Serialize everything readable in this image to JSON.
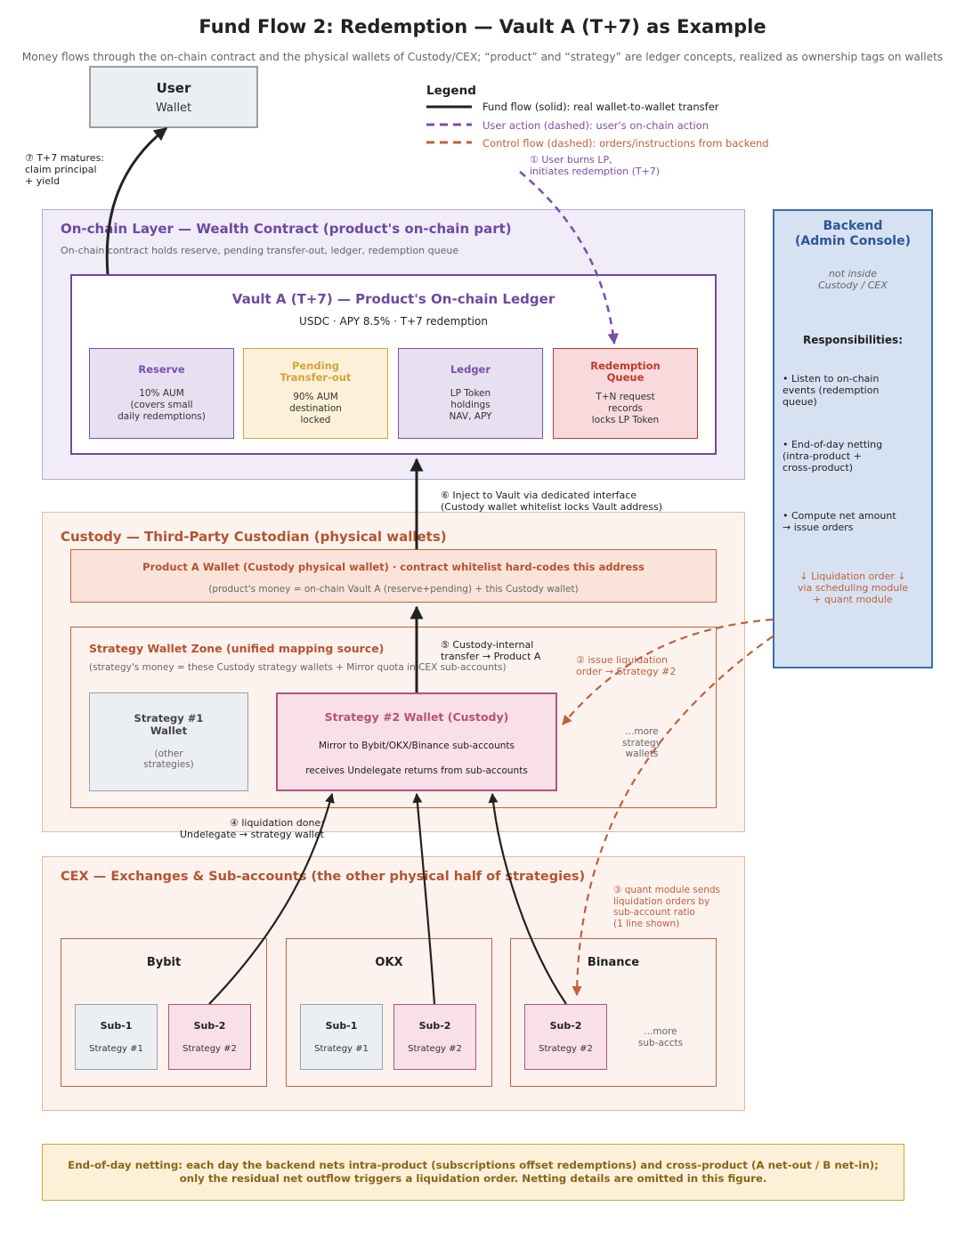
{
  "title": "Fund Flow 2: Redemption — Vault A (T+7) as Example",
  "subtitle": "Money flows through the on-chain contract and the physical wallets of Custody/CEX; “product” and “strategy” are ledger concepts, realized as ownership tags on wallets",
  "colors": {
    "fund_flow": "#222222",
    "user_action": "#7a4fa8",
    "control_flow": "#c0603a",
    "onchain_accent": "#6d4aa0",
    "backend_accent": "#2f5597",
    "custody_accent": "#b5532f"
  },
  "user": {
    "title": "User",
    "subtitle": "Wallet"
  },
  "legend": {
    "title": "Legend",
    "items": [
      {
        "label": "Fund flow (solid): real wallet-to-wallet transfer",
        "color": "#222222",
        "style": "solid"
      },
      {
        "label": "User action (dashed): user's on-chain action",
        "color": "#7a4fa8",
        "style": "dashed"
      },
      {
        "label": "Control flow (dashed): orders/instructions from backend",
        "color": "#c0603a",
        "style": "dashed"
      }
    ]
  },
  "onchain": {
    "title": "On-chain Layer — Wealth Contract (product's on-chain part)",
    "subtitle": "On-chain contract holds reserve, pending transfer-out, ledger, redemption queue",
    "vault": {
      "title": "Vault A (T+7) — Product's On-chain Ledger",
      "subtitle": "USDC · APY 8.5% · T+7 redemption",
      "boxes": [
        {
          "title": "Reserve",
          "body": "10% AUM\n(covers small\ndaily redemptions)"
        },
        {
          "title": "Pending\nTransfer-out",
          "body": "90% AUM\ndestination\nlocked"
        },
        {
          "title": "Ledger",
          "body": "LP Token\nholdings\nNAV, APY"
        },
        {
          "title": "Redemption\nQueue",
          "body": "T+N request\nrecords\nlocks LP Token"
        }
      ]
    }
  },
  "backend": {
    "title": "Backend\n(Admin Console)",
    "note": "not inside\nCustody / CEX",
    "resp_title": "Responsibilities:",
    "responsibilities": [
      "• Listen to on-chain\n  events (redemption\n  queue)",
      "• End-of-day netting\n  (intra-product +\n  cross-product)",
      "• Compute net amount\n  → issue orders"
    ],
    "liquidation_note": "↓ Liquidation order ↓\nvia scheduling module\n+ quant module"
  },
  "custody": {
    "title": "Custody — Third-Party Custodian (physical wallets)",
    "product_wallet": {
      "title": "Product A Wallet (Custody physical wallet) · contract whitelist hard-codes this address",
      "subtitle": "(product's money = on-chain Vault A (reserve+pending) + this Custody wallet)"
    },
    "strategy_zone": {
      "title": "Strategy Wallet Zone (unified mapping source)",
      "subtitle": "(strategy's money = these Custody strategy wallets + Mirror quota in CEX sub-accounts)",
      "strategy1": {
        "title": "Strategy #1\nWallet",
        "subtitle": "(other\nstrategies)"
      },
      "strategy2": {
        "title": "Strategy #2 Wallet (Custody)",
        "line1": "Mirror to Bybit/OKX/Binance sub-accounts",
        "line2": "receives Undelegate returns from sub-accounts"
      },
      "more": "...more\nstrategy\nwallets"
    }
  },
  "cex": {
    "title": "CEX — Exchanges & Sub-accounts (the other physical half of strategies)",
    "exchanges": [
      {
        "name": "Bybit",
        "subs": [
          {
            "name": "Sub-1",
            "strategy": "Strategy #1"
          },
          {
            "name": "Sub-2",
            "strategy": "Strategy #2"
          }
        ]
      },
      {
        "name": "OKX",
        "subs": [
          {
            "name": "Sub-1",
            "strategy": "Strategy #1"
          },
          {
            "name": "Sub-2",
            "strategy": "Strategy #2"
          }
        ]
      },
      {
        "name": "Binance",
        "subs": [
          {
            "name": "Sub-2",
            "strategy": "Strategy #2"
          }
        ],
        "more": "...more\nsub-accts"
      }
    ]
  },
  "steps": {
    "s1": "① User burns LP,\ninitiates redemption (T+7)",
    "s2": "② issue liquidation\norder → Strategy #2",
    "s3": "③ quant module sends\nliquidation orders by\nsub-account ratio\n(1 line shown)",
    "s4": "④ liquidation done:\nUndelegate → strategy wallet",
    "s5": "⑤ Custody-internal\ntransfer → Product A",
    "s6": "⑥ Inject to Vault via dedicated interface\n(Custody wallet whitelist locks Vault address)",
    "s7": "⑦ T+7 matures:\nclaim principal\n+ yield"
  },
  "netting": "End-of-day netting: each day the backend nets intra-product (subscriptions offset redemptions) and cross-product (A net-out / B net-in);\nonly the residual net outflow triggers a liquidation order. Netting details are omitted in this figure."
}
